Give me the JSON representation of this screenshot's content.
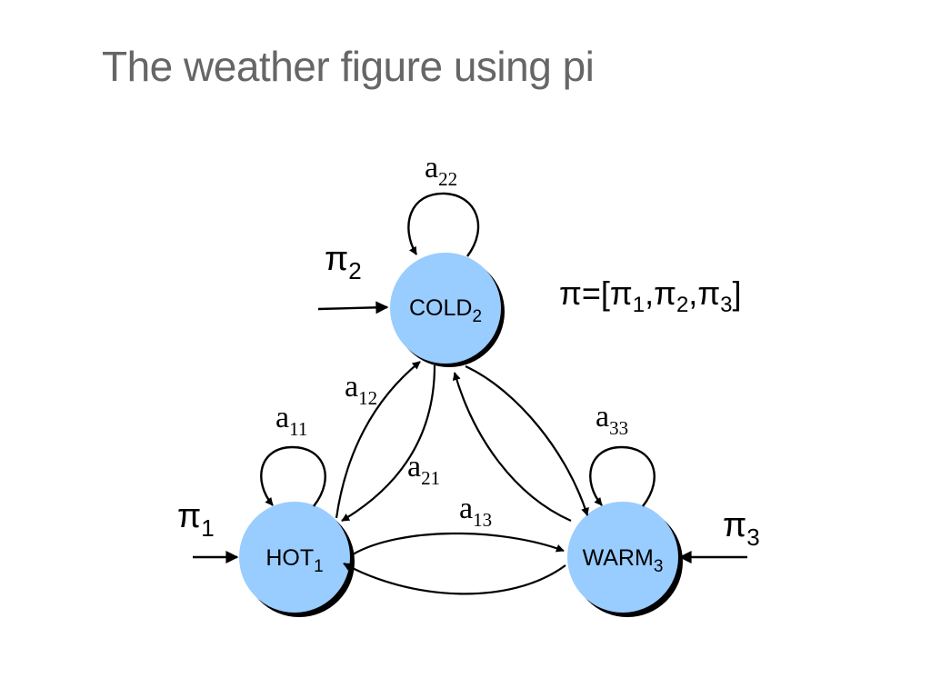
{
  "title": "The weather figure using pi",
  "states": [
    {
      "name": "HOT",
      "sub": "1"
    },
    {
      "name": "COLD",
      "sub": "2"
    },
    {
      "name": "WARM",
      "sub": "3"
    }
  ],
  "transitions": {
    "a11": {
      "base": "a",
      "sub": "11"
    },
    "a12": {
      "base": "a",
      "sub": "12"
    },
    "a13": {
      "base": "a",
      "sub": "13"
    },
    "a21": {
      "base": "a",
      "sub": "21"
    },
    "a22": {
      "base": "a",
      "sub": "22"
    },
    "a33": {
      "base": "a",
      "sub": "33"
    }
  },
  "initial": {
    "pi1": {
      "base": "π",
      "sub": "1"
    },
    "pi2": {
      "base": "π",
      "sub": "2"
    },
    "pi3": {
      "base": "π",
      "sub": "3"
    }
  },
  "pi_vector": {
    "lhs": "π=[",
    "p1": "π",
    "s1": "1",
    "c1": ",",
    "p2": "π",
    "s2": "2",
    "c2": ",",
    "p3": "π",
    "s3": "3",
    "close": "]"
  },
  "colors": {
    "node_fill": "#99ccff",
    "node_shadow": "#000000",
    "title": "#666666",
    "edge": "#000000"
  }
}
